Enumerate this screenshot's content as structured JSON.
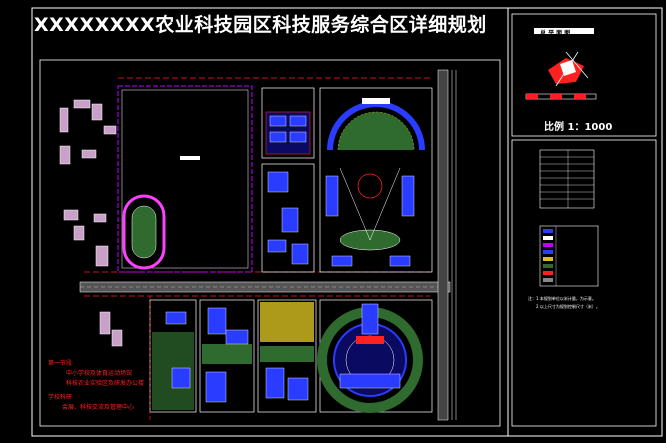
{
  "drawing": {
    "title": "XXXXXXXX农业科技园区科技服务综合区详细规划"
  },
  "side_panel": {
    "map_title": "总 平 面 图",
    "scale_text": "比例 1：1000"
  },
  "notes_red": [
    "第一节段",
    "中小学校及体育运动场馆",
    "科技农业实验区及研发办公楼",
    "学校科研",
    "会展、科技交流及管理中心"
  ],
  "remarks": [
    "注：1 本规划单位以米计量，为示意。",
    "2 以上尺寸为规划控制尺寸（米）。"
  ],
  "colors": {
    "outline": "#ffffff",
    "boundary_red": "#ff2020",
    "zone_magenta": "#c000ff",
    "track": "#ff40ff",
    "building_blue": "#2a3cff",
    "green": "#2f6b2f",
    "yellow": "#d8c020"
  }
}
